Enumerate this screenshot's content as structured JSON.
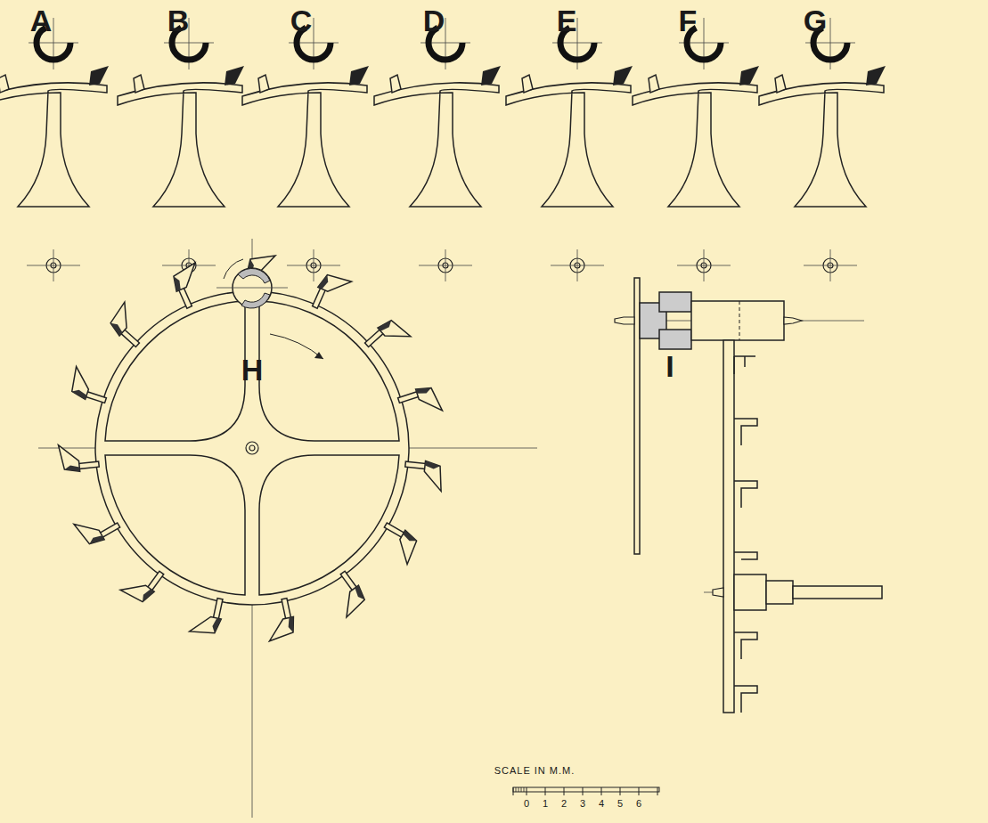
{
  "diagram": {
    "labels": [
      "A",
      "B",
      "C",
      "D",
      "E",
      "F",
      "G",
      "H",
      "I",
      "SCALE IN M.M.",
      "0",
      "1",
      "2",
      "3",
      "4",
      "5",
      "6"
    ]
  }
}
